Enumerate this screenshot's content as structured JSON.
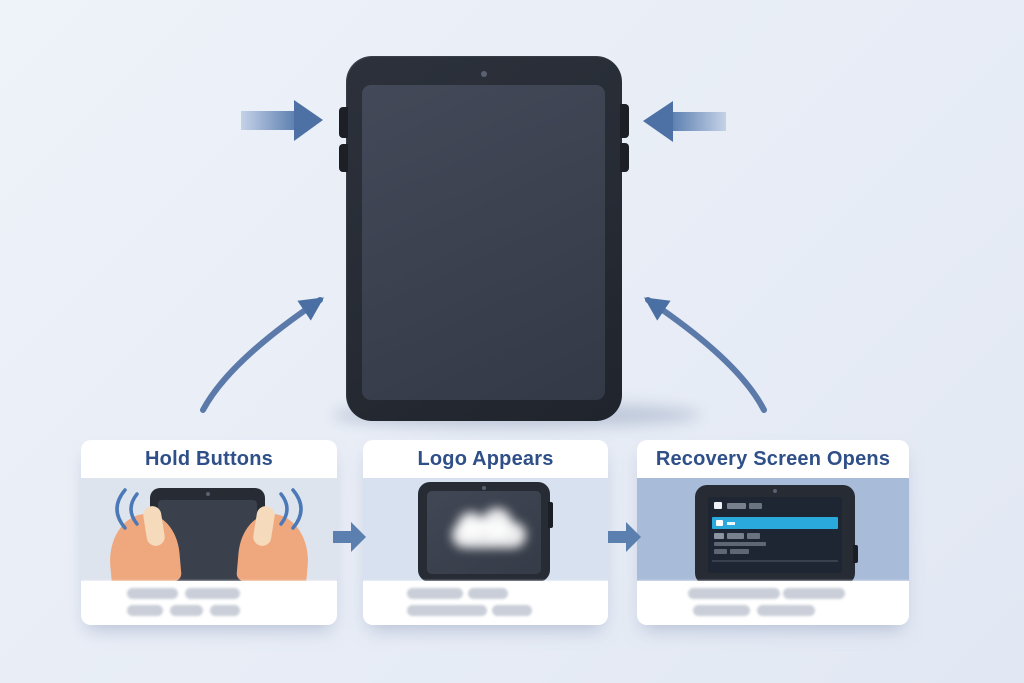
{
  "diagram": {
    "subject": "tablet-recovery-mode-instructions",
    "steps": [
      {
        "id": "hold-buttons",
        "title": "Hold Buttons"
      },
      {
        "id": "logo-appears",
        "title": "Logo Appears"
      },
      {
        "id": "recovery-screen-opens",
        "title": "Recovery Screen Opens"
      }
    ],
    "icons": {
      "press_arrow_left": "solid right-pointing arrow at tablet left buttons",
      "press_arrow_right": "solid left-pointing arrow at tablet right buttons",
      "curved_arrow_left": "curved arrow from step cards up to tablet",
      "curved_arrow_right": "curved arrow from step cards up to tablet",
      "step_arrow": "small right arrow between step cards",
      "vibration_arcs": "double arcs beside held tablet",
      "camera_dot": "front camera dot",
      "side_buttons": "power / volume side buttons"
    },
    "colors": {
      "background": "#e9eef7",
      "card_background": "#ffffff",
      "step_title_text": "#2f4f88",
      "arrow_blue": "#4d71a4",
      "step_arrow_blue": "#5b7fae",
      "band_light_gray_blue": "#dee4ee",
      "band_light_blue": "#d7e1f0",
      "band_medium_blue": "#a8bcd9",
      "tablet_body": "#262b34",
      "tablet_screen": "#3c4250",
      "recovery_highlight": "#2aa9dd",
      "hand_skin": "#efa87d",
      "placeholder_pill": "#c9ced8"
    }
  }
}
